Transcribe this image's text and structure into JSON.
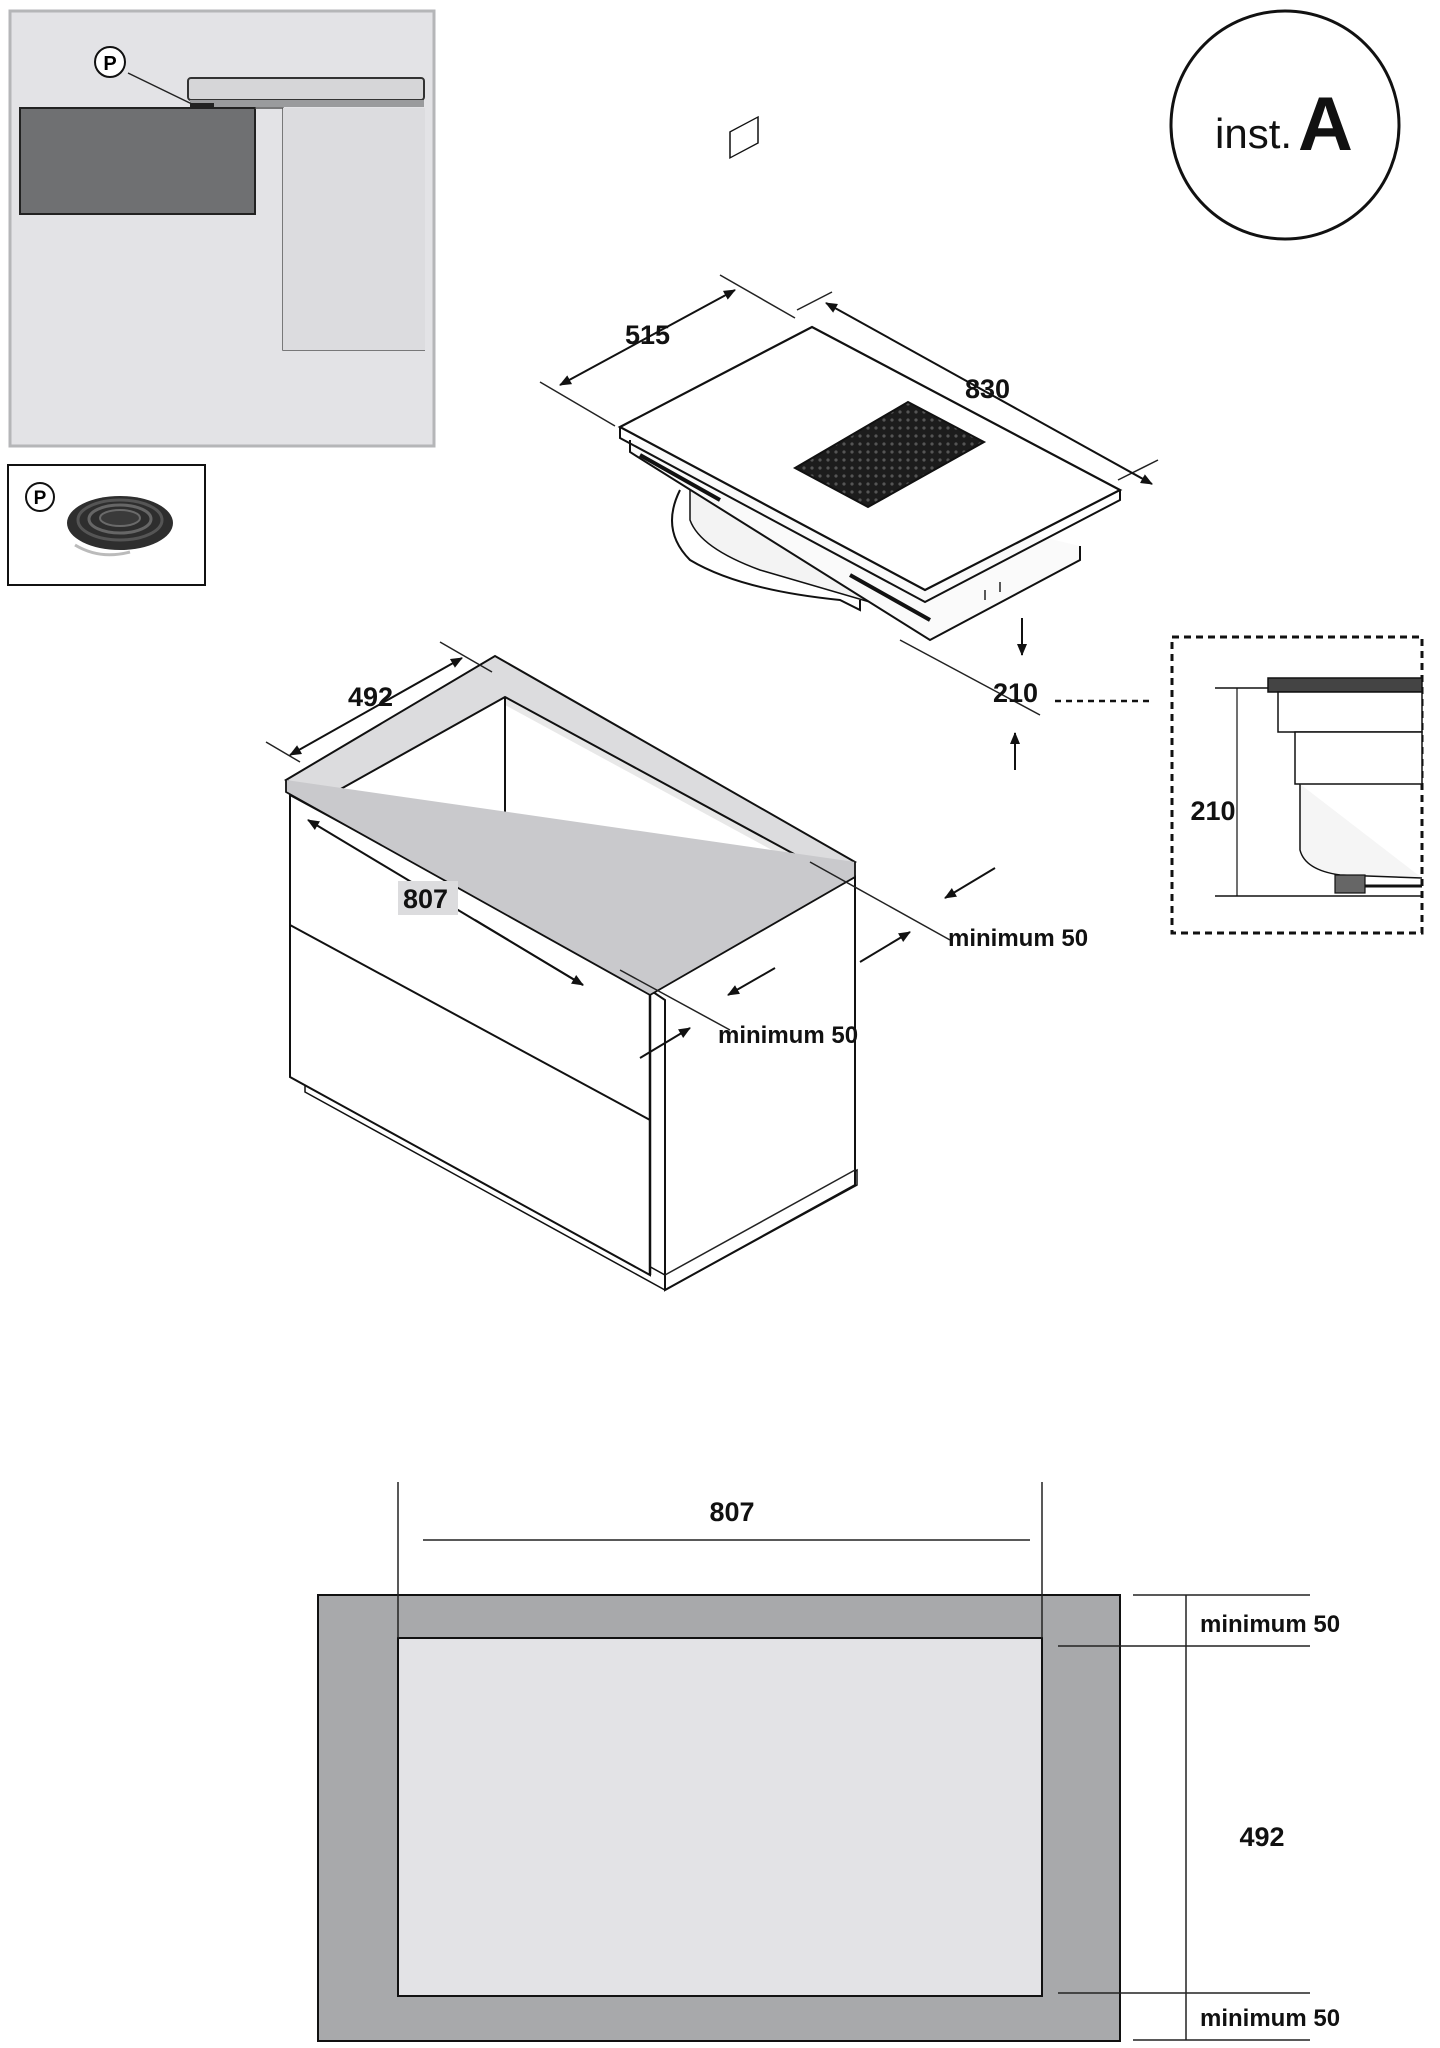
{
  "badge": {
    "prefix": "inst.",
    "letter": "A"
  },
  "detail": {
    "part_label": "P"
  },
  "gasket": {
    "part_label": "P"
  },
  "hob": {
    "depth": "515",
    "width": "830",
    "height": "210"
  },
  "height_detail": {
    "height": "210"
  },
  "cabinet": {
    "depth": "492",
    "width": "807",
    "min_back": "minimum 50",
    "min_front": "minimum 50"
  },
  "plan": {
    "width": "807",
    "depth": "492",
    "min_top": "minimum 50",
    "min_bottom": "minimum 50"
  },
  "colors": {
    "panel": "#e3e3e6",
    "plate": "#a8a9ab",
    "dark": "#6f7072",
    "line": "#111111"
  }
}
